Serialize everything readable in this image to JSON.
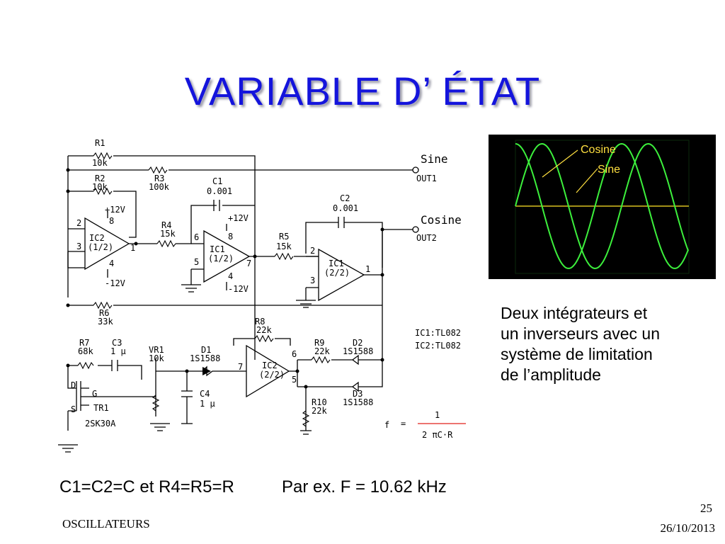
{
  "slide": {
    "title": "VARIABLE D’ ÉTAT",
    "description_lines": [
      "Deux intégrateurs et",
      "un inverseurs avec un",
      "système de limitation",
      "de l’amplitude"
    ],
    "note_left": "C1=C2=C et R4=R5=R",
    "note_right": "Par ex. F = 10.62 kHz",
    "footer_left": "OSCILLATEURS",
    "page_number": "25",
    "date": "26/10/2013"
  },
  "scope": {
    "label_cosine": "Cosine",
    "label_sine": "Sine",
    "background": "#000000",
    "trace_color": "#3cf03c",
    "label_color": "#ffe040"
  },
  "circuit": {
    "R1": "R1",
    "R1_val": "10k",
    "R2": "R2",
    "R2_val": "10k",
    "R3": "R3",
    "R3_val": "100k",
    "R4": "R4",
    "R4_val": "15k",
    "R5": "R5",
    "R5_val": "15k",
    "R6": "R6",
    "R6_val": "33k",
    "R7": "R7",
    "R7_val": "68k",
    "R8": "R8",
    "R8_val": "22k",
    "R9": "R9",
    "R9_val": "22k",
    "R10": "R10",
    "R10_val": "22k",
    "C1": "C1",
    "C1_val": "0.001",
    "C2": "C2",
    "C2_val": "0.001",
    "C3": "C3",
    "C3_val": "1 μ",
    "C4": "C4",
    "C4_val": "1 μ",
    "VR1": "VR1",
    "VR1_val": "10k",
    "D1": "D1",
    "D1_val": "1S1588",
    "D2": "D2",
    "D2_val": "1S1588",
    "D3": "D3",
    "D3_val": "1S1588",
    "TR1": "TR1",
    "TR1_val": "2SK30A",
    "sine": "Sine",
    "out1": "OUT1",
    "cosine": "Cosine",
    "out2": "OUT2",
    "ic1_part": "IC1:TL082",
    "ic2_part": "IC2:TL082",
    "opamp_a_name": "IC2",
    "opamp_a_unit": "(1/2)",
    "opamp_b_name": "IC1",
    "opamp_b_unit": "(1/2)",
    "opamp_c_name": "IC1",
    "opamp_c_unit": "(2/2)",
    "opamp_d_name": "IC2",
    "opamp_d_unit": "(2/2)",
    "plus12": "+12V",
    "minus12": "-12V",
    "formula_f": "f",
    "formula_eq": "=",
    "formula_num": "1",
    "formula_den": "2 πC·R",
    "pins": [
      "2",
      "3",
      "8",
      "1",
      "4",
      "6",
      "5",
      "8",
      "7",
      "4",
      "2",
      "3",
      "1",
      "7",
      "6",
      "5",
      "D",
      "G",
      "S"
    ]
  }
}
